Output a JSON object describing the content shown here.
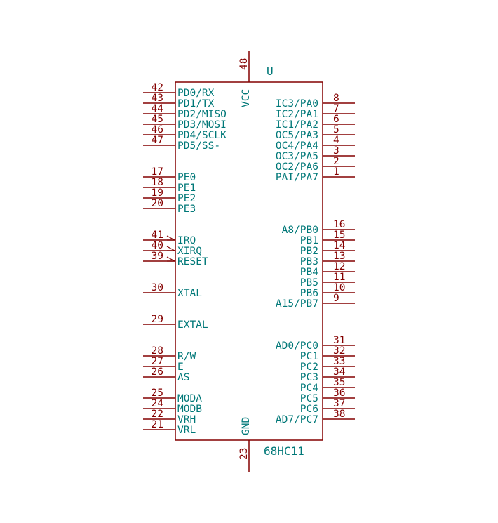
{
  "component": {
    "reference": "U",
    "value": "68HC11",
    "colors": {
      "outline": "#840000",
      "pin_number": "#840000",
      "pin_name": "#007878",
      "background": "#ffffff"
    }
  },
  "pins": {
    "left": [
      {
        "num": "42",
        "name": "PD0/RX"
      },
      {
        "num": "43",
        "name": "PD1/TX"
      },
      {
        "num": "44",
        "name": "PD2/MISO"
      },
      {
        "num": "45",
        "name": "PD3/MOSI"
      },
      {
        "num": "46",
        "name": "PD4/SCLK"
      },
      {
        "num": "47",
        "name": "PD5/SS-"
      },
      {
        "num": "17",
        "name": "PE0"
      },
      {
        "num": "18",
        "name": "PE1"
      },
      {
        "num": "19",
        "name": "PE2"
      },
      {
        "num": "20",
        "name": "PE3"
      },
      {
        "num": "41",
        "name": "IRQ",
        "inverted": true
      },
      {
        "num": "40",
        "name": "XIRQ",
        "inverted": true
      },
      {
        "num": "39",
        "name": "RESET",
        "inverted": true
      },
      {
        "num": "30",
        "name": "XTAL"
      },
      {
        "num": "29",
        "name": "EXTAL"
      },
      {
        "num": "28",
        "name": "R/W"
      },
      {
        "num": "27",
        "name": "E"
      },
      {
        "num": "26",
        "name": "AS"
      },
      {
        "num": "25",
        "name": "MODA"
      },
      {
        "num": "24",
        "name": "MODB"
      },
      {
        "num": "22",
        "name": "VRH"
      },
      {
        "num": "21",
        "name": "VRL"
      }
    ],
    "right": [
      {
        "num": "8",
        "name": "IC3/PA0"
      },
      {
        "num": "7",
        "name": "IC2/PA1"
      },
      {
        "num": "6",
        "name": "IC1/PA2"
      },
      {
        "num": "5",
        "name": "OC5/PA3"
      },
      {
        "num": "4",
        "name": "OC4/PA4"
      },
      {
        "num": "3",
        "name": "OC3/PA5"
      },
      {
        "num": "2",
        "name": "OC2/PA6"
      },
      {
        "num": "1",
        "name": "PAI/PA7"
      },
      {
        "num": "16",
        "name": "A8/PB0"
      },
      {
        "num": "15",
        "name": "PB1"
      },
      {
        "num": "14",
        "name": "PB2"
      },
      {
        "num": "13",
        "name": "PB3"
      },
      {
        "num": "12",
        "name": "PB4"
      },
      {
        "num": "11",
        "name": "PB5"
      },
      {
        "num": "10",
        "name": "PB6"
      },
      {
        "num": "9",
        "name": "A15/PB7"
      },
      {
        "num": "31",
        "name": "AD0/PC0"
      },
      {
        "num": "32",
        "name": "PC1"
      },
      {
        "num": "33",
        "name": "PC2"
      },
      {
        "num": "34",
        "name": "PC3"
      },
      {
        "num": "35",
        "name": "PC4"
      },
      {
        "num": "36",
        "name": "PC5"
      },
      {
        "num": "37",
        "name": "PC6"
      },
      {
        "num": "38",
        "name": "AD7/PC7"
      }
    ],
    "top": {
      "num": "48",
      "name": "VCC"
    },
    "bottom": {
      "num": "23",
      "name": "GND"
    }
  }
}
